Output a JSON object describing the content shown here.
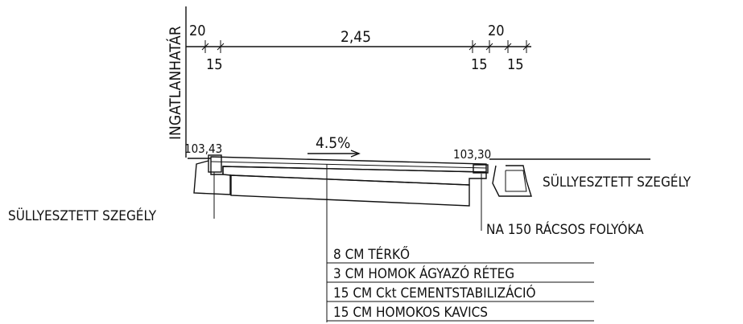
{
  "vertical_label": "INGATLANHATÁR",
  "dimensions": {
    "top_left": "20",
    "bottom_left": "15",
    "main": "2,45",
    "top_right": "20",
    "bottom_right_1": "15",
    "bottom_right_2": "15"
  },
  "elevations": {
    "left": "103,43",
    "right": "103,30"
  },
  "slope": "4.5%",
  "labels": {
    "curb_right": "SÜLLYESZTETT SZEGÉLY",
    "curb_left": "SÜLLYESZTETT SZEGÉLY",
    "gutter": "NA 150 RÁCSOS FOLYÓKA"
  },
  "layers": [
    "8 CM TÉRKŐ",
    "3 CM HOMOK ÁGYAZÓ RÉTEG",
    "15 CM Ckt CEMENTSTABILIZÁCIÓ",
    "15 CM HOMOKOS KAVICS"
  ]
}
